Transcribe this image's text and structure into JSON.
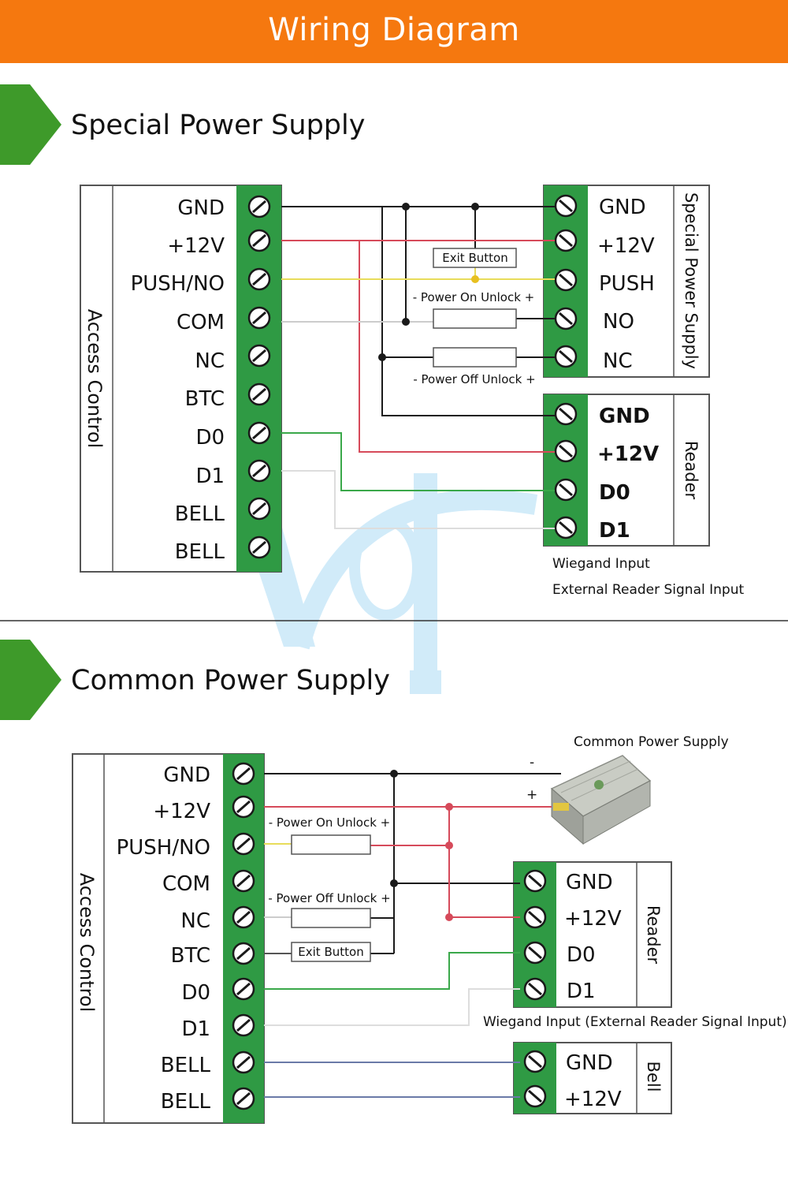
{
  "title": "Wiring Diagram",
  "colors": {
    "header": "#f5780f",
    "section_marker": "#3e9a2a",
    "terminal_green": "#2f9a44",
    "wire_gnd": "#1a1a1a",
    "wire_12v": "#d64a5a",
    "wire_push": "#e8dc5a",
    "wire_d0": "#3aa84a",
    "wire_bell": "#6a7aa8"
  },
  "section1": {
    "title": "Special Power Supply",
    "access_control": {
      "label": "Access Control",
      "terminals": [
        "GND",
        "+12V",
        "PUSH/NO",
        "COM",
        "NC",
        "BTC",
        "D0",
        "D1",
        "BELL",
        "BELL"
      ]
    },
    "power_supply": {
      "label": "Special Power Supply",
      "terminals": [
        "GND",
        "+12V",
        "PUSH",
        "NO",
        "NC"
      ]
    },
    "reader": {
      "label": "Reader",
      "terminals": [
        "GND",
        "+12V",
        "D0",
        "D1"
      ]
    },
    "components": {
      "exit_button": "Exit Button",
      "power_on_unlock": "- Power On Unlock +",
      "power_off_unlock": "- Power Off Unlock +"
    },
    "notes": {
      "wiegand": "Wiegand Input",
      "external": "External Reader Signal Input"
    }
  },
  "section2": {
    "title": "Common Power Supply",
    "access_control": {
      "label": "Access Control",
      "terminals": [
        "GND",
        "+12V",
        "PUSH/NO",
        "COM",
        "NC",
        "BTC",
        "D0",
        "D1",
        "BELL",
        "BELL"
      ]
    },
    "power_supply": {
      "label": "Common Power Supply",
      "minus": "-",
      "plus": "+"
    },
    "reader": {
      "label": "Reader",
      "terminals": [
        "GND",
        "+12V",
        "D0",
        "D1"
      ]
    },
    "bell": {
      "label": "Bell",
      "terminals": [
        "GND",
        "+12V"
      ]
    },
    "components": {
      "power_on_unlock": "- Power On Unlock +",
      "power_off_unlock": "- Power Off Unlock +",
      "exit_button": "Exit Button"
    },
    "notes": {
      "wiegand": "Wiegand Input (External Reader Signal Input)"
    }
  }
}
